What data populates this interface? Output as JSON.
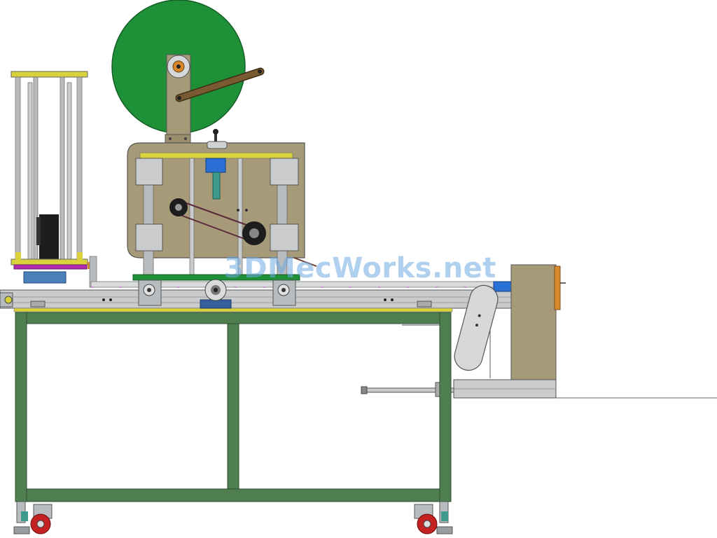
{
  "watermark": {
    "text": "3DMecWorks.net"
  },
  "colors": {
    "background": "#ffffff",
    "frame_green": "#4f7f50",
    "frame_green_dark": "#3d6a3f",
    "reel_green": "#1e9138",
    "bronze_plate": "#a69a78",
    "bronze_dark": "#877b5c",
    "aluminum": "#b9bcbf",
    "aluminum_light": "#d9dbdd",
    "yellow": "#d9d23a",
    "blue": "#2a6fd6",
    "steel_blue": "#4b7fb8",
    "magenta": "#b02bb0",
    "brown_arm": "#6b4e2a",
    "black": "#1d1d1d",
    "orange": "#d9892c",
    "wheel_red": "#c42222",
    "line": "#444444"
  },
  "icons": [
    "label-reel",
    "dispenser-arm",
    "drive-motor",
    "caster-wheel",
    "conveyor-belt",
    "stacker-tower"
  ]
}
